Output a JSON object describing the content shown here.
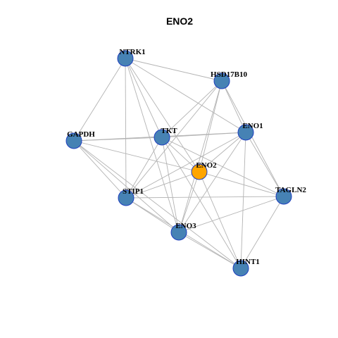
{
  "title": "ENO2",
  "colors": {
    "default_node": "#4682B4",
    "focus_node": "#FFA500",
    "edge": "#b3b3b3",
    "node_border": "#1f3fbf"
  },
  "focus_node": "ENO2",
  "nodes": [
    {
      "id": "NTRK1",
      "label": "NTRK1"
    },
    {
      "id": "HSD17B10",
      "label": "HSD17B10"
    },
    {
      "id": "GAPDH",
      "label": "GAPDH"
    },
    {
      "id": "TKT",
      "label": "TKT"
    },
    {
      "id": "ENO1",
      "label": "ENO1"
    },
    {
      "id": "ENO2",
      "label": "ENO2"
    },
    {
      "id": "STIP1",
      "label": "STIP1"
    },
    {
      "id": "TAGLN2",
      "label": "TAGLN2"
    },
    {
      "id": "ENO3",
      "label": "ENO3"
    },
    {
      "id": "HINT1",
      "label": "HINT1"
    }
  ],
  "edges": [
    [
      "NTRK1",
      "HSD17B10"
    ],
    [
      "NTRK1",
      "GAPDH"
    ],
    [
      "NTRK1",
      "TKT"
    ],
    [
      "NTRK1",
      "ENO1"
    ],
    [
      "NTRK1",
      "STIP1"
    ],
    [
      "NTRK1",
      "ENO2"
    ],
    [
      "NTRK1",
      "ENO3"
    ],
    [
      "HSD17B10",
      "TKT"
    ],
    [
      "HSD17B10",
      "ENO1"
    ],
    [
      "HSD17B10",
      "ENO2"
    ],
    [
      "HSD17B10",
      "STIP1"
    ],
    [
      "HSD17B10",
      "TAGLN2"
    ],
    [
      "HSD17B10",
      "ENO3"
    ],
    [
      "GAPDH",
      "TKT"
    ],
    [
      "GAPDH",
      "ENO1"
    ],
    [
      "GAPDH",
      "ENO2"
    ],
    [
      "GAPDH",
      "STIP1"
    ],
    [
      "GAPDH",
      "ENO3"
    ],
    [
      "GAPDH",
      "HINT1"
    ],
    [
      "TKT",
      "ENO1"
    ],
    [
      "TKT",
      "ENO2"
    ],
    [
      "TKT",
      "STIP1"
    ],
    [
      "TKT",
      "ENO3"
    ],
    [
      "TKT",
      "TAGLN2"
    ],
    [
      "TKT",
      "HINT1"
    ],
    [
      "ENO1",
      "ENO2"
    ],
    [
      "ENO1",
      "STIP1"
    ],
    [
      "ENO1",
      "TAGLN2"
    ],
    [
      "ENO1",
      "ENO3"
    ],
    [
      "ENO1",
      "HINT1"
    ],
    [
      "ENO2",
      "STIP1"
    ],
    [
      "ENO2",
      "TAGLN2"
    ],
    [
      "ENO2",
      "ENO3"
    ],
    [
      "ENO2",
      "HINT1"
    ],
    [
      "STIP1",
      "ENO3"
    ],
    [
      "STIP1",
      "TAGLN2"
    ],
    [
      "STIP1",
      "HINT1"
    ],
    [
      "TAGLN2",
      "ENO3"
    ],
    [
      "TAGLN2",
      "HINT1"
    ],
    [
      "ENO3",
      "HINT1"
    ]
  ]
}
